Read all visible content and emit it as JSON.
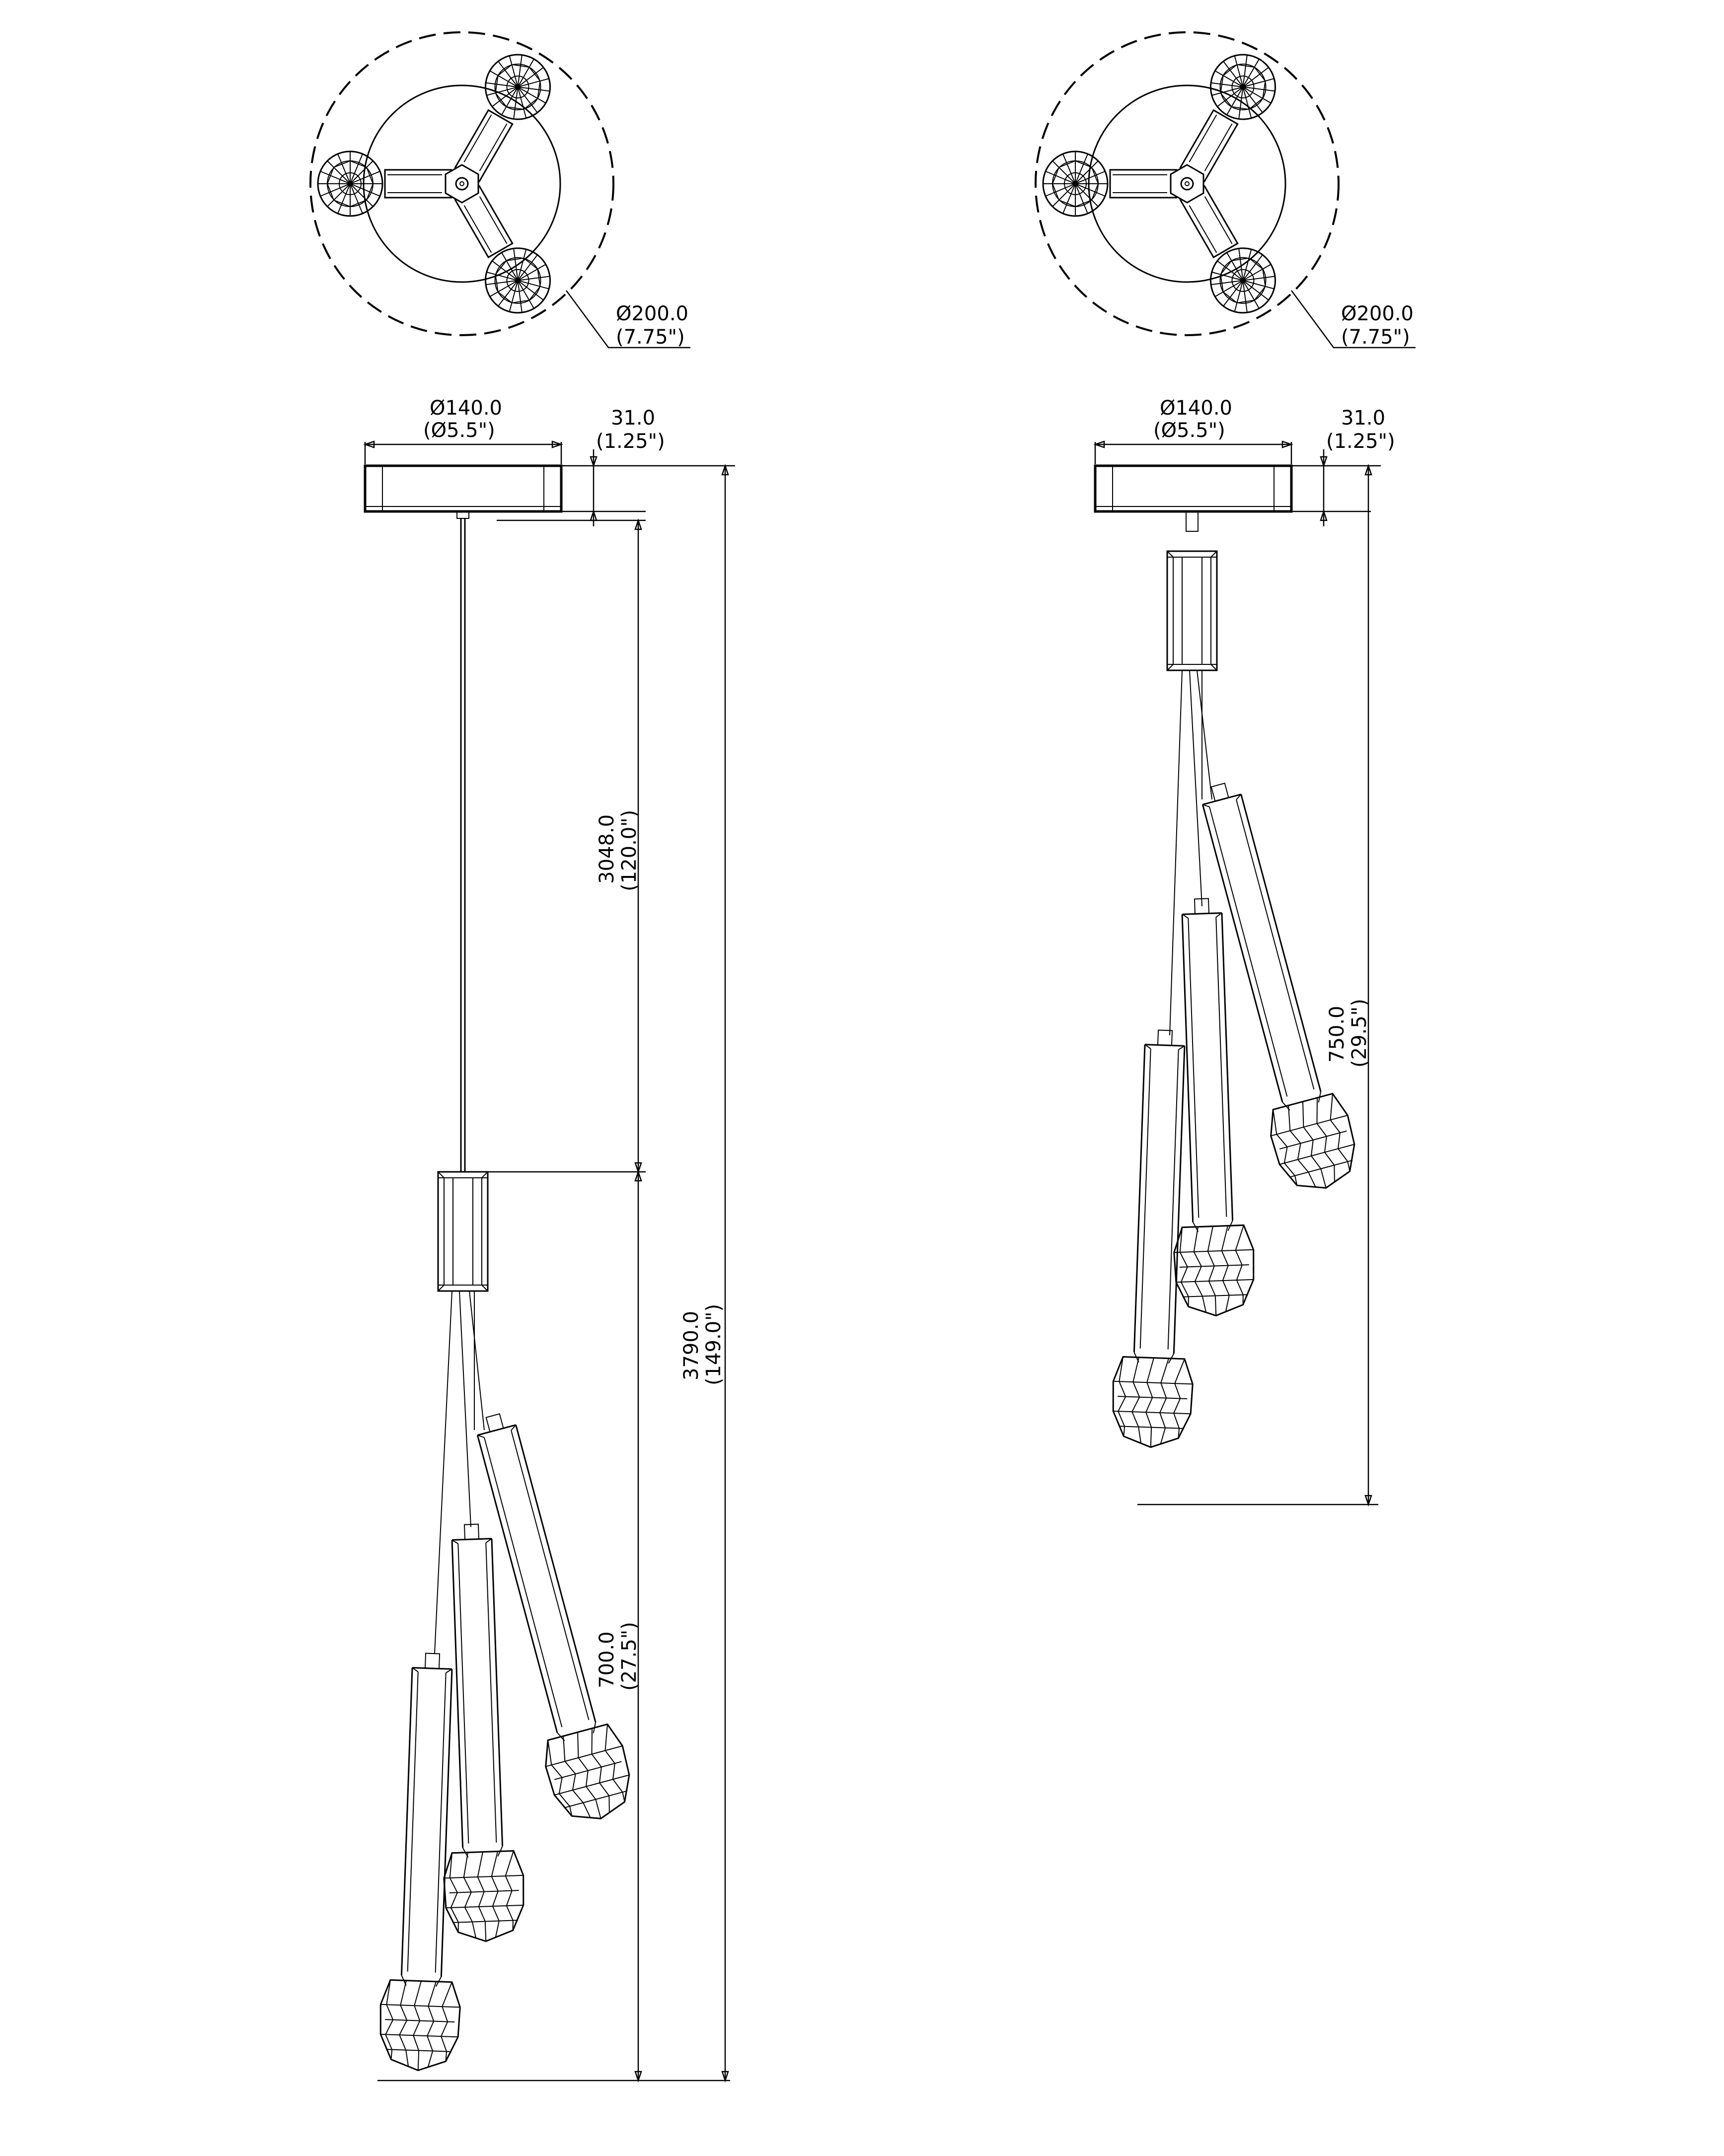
{
  "left_view": {
    "top_diameter": "Ø200.0",
    "top_diameter_in": "(7.75\")",
    "canopy_diameter": "Ø140.0",
    "canopy_diameter_in": "(Ø5.5\")",
    "canopy_height": "31.0",
    "canopy_height_in": "(1.25\")",
    "cable_length": "3048.0",
    "cable_length_in": "(120.0\")",
    "overall_height": "3790.0",
    "overall_height_in": "(149.0\")",
    "pendant_length": "700.0",
    "pendant_length_in": "(27.5\")"
  },
  "right_view": {
    "top_diameter": "Ø200.0",
    "top_diameter_in": "(7.75\")",
    "canopy_diameter": "Ø140.0",
    "canopy_diameter_in": "(Ø5.5\")",
    "canopy_height": "31.0",
    "canopy_height_in": "(1.25\")",
    "overall_height": "750.0",
    "overall_height_in": "(29.5\")"
  }
}
